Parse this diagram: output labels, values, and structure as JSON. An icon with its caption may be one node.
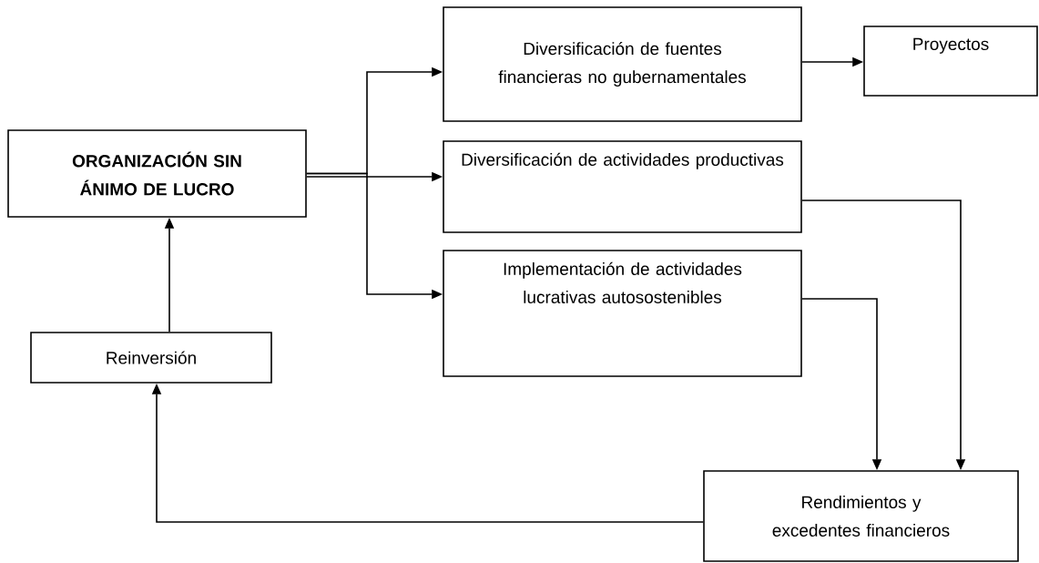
{
  "diagram": {
    "nodes": [
      {
        "text": [
          "ORGANIZACIÓN SIN ÁNIMO DE LUCRO"
        ]
      },
      {
        "text": [
          "Diversificación de fuentes financieras no gubernamentales"
        ]
      },
      {
        "text": [
          "Proyectos"
        ]
      },
      {
        "text": [
          "Diversificación de actividades productivas"
        ]
      },
      {
        "text": [
          "Implementación de actividades lucrativas autosostenibles"
        ]
      },
      {
        "text": [
          "Reinversión"
        ]
      },
      {
        "text": [
          "Rendimientos y excedentes financieros"
        ]
      }
    ],
    "edges": [
      {
        "from": 0,
        "to": 1,
        "arrow": "to"
      },
      {
        "from": 0,
        "to": 3,
        "arrow": "to"
      },
      {
        "from": 0,
        "to": 4,
        "arrow": "to"
      },
      {
        "from": 1,
        "to": 2,
        "arrow": "to"
      },
      {
        "from": 3,
        "to": 6,
        "arrow": "to"
      },
      {
        "from": 4,
        "to": 6,
        "arrow": "to"
      },
      {
        "from": 6,
        "to": 5,
        "arrow": "to"
      },
      {
        "from": 5,
        "to": 0,
        "arrow": "to"
      }
    ]
  }
}
